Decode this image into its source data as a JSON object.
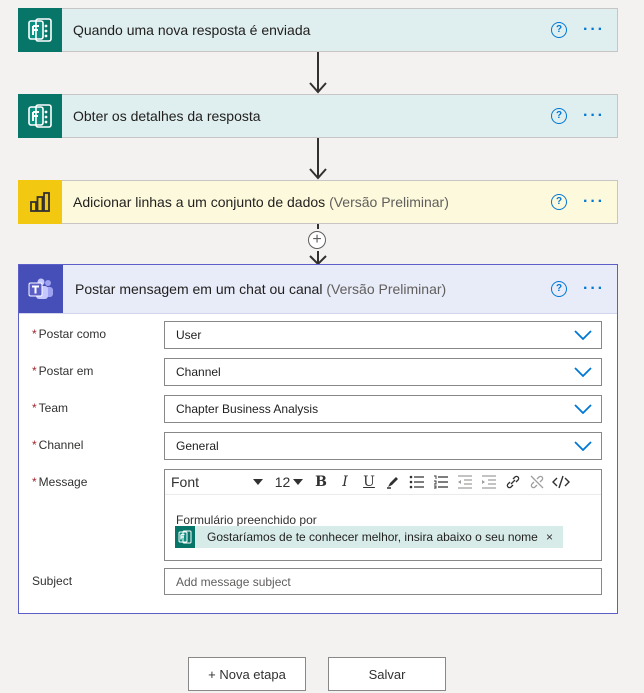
{
  "steps": [
    {
      "title": "Quando uma nova resposta é enviada",
      "icon": "forms-icon"
    },
    {
      "title": "Obter os detalhes da resposta",
      "icon": "forms-icon"
    },
    {
      "title": "Adicionar linhas a um conjunto de dados",
      "suffix": "(Versão Preliminar)",
      "icon": "power-bi-icon"
    }
  ],
  "teams_step": {
    "title": "Postar mensagem em um chat ou canal",
    "suffix": "(Versão Preliminar)",
    "icon": "teams-icon",
    "fields": {
      "post_as": {
        "label": "Postar como",
        "value": "User"
      },
      "post_in": {
        "label": "Postar em",
        "value": "Channel"
      },
      "team": {
        "label": "Team",
        "value": "Chapter Business Analysis"
      },
      "channel": {
        "label": "Channel",
        "value": "General"
      },
      "message": {
        "label": "Message",
        "font": "Font",
        "size": "12",
        "prefix_text": "Formulário preenchido por",
        "token": "Gostaríamos de te conhecer melhor, insira abaixo o seu nome",
        "token_close": "×"
      },
      "subject": {
        "label": "Subject",
        "placeholder": "Add message subject"
      }
    }
  },
  "required_marker": "*",
  "help_glyph": "?",
  "more_glyph": "···",
  "add_glyph": "+",
  "footer": {
    "new_step": "+ Nova etapa",
    "save": "Salvar"
  },
  "colors": {
    "accent": "#0078d4",
    "forms": "#077568",
    "powerbi": "#f2c811",
    "teams": "#464eb8"
  }
}
